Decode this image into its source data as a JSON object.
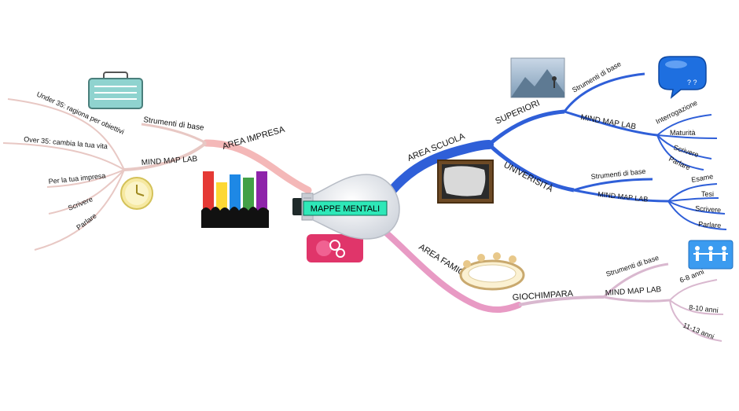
{
  "center": {
    "label": "MAPPE MENTALI"
  },
  "colors": {
    "impresa": "#f4b8b8",
    "impresa_sub": "#e8c8c4",
    "scuola": "#2f5fd8",
    "famiglia": "#e89ac4",
    "famiglia_sub": "#d9b8cf",
    "bulb": "#e3e6ec",
    "center_box": "#2ee8b8"
  },
  "branches": {
    "impresa": {
      "label": "AREA IMPRESA",
      "strumenti": "Strumenti di base",
      "mindmap": "MIND MAP LAB",
      "items": [
        "Under 35: ragiona per obiettivi",
        "Over 35: cambia la tua vita",
        "Per la tua impresa",
        "Scrivere",
        "Parlare"
      ]
    },
    "scuola": {
      "label": "AREA SCUOLA",
      "superiori": {
        "label": "SUPERIORI",
        "strumenti": "Strumenti di base",
        "mindmap": "MIND MAP LAB",
        "items": [
          "Interrogazione",
          "Maturità",
          "Scrivere",
          "Parlare"
        ]
      },
      "universita": {
        "label": "UNIVERISITÀ",
        "strumenti": "Strumenti di base",
        "mindmap": "MIND MAP LAB",
        "items": [
          "Esame",
          "Tesi",
          "Scrivere",
          "Parlare"
        ]
      }
    },
    "famiglia": {
      "label": "AREA FAMIGLIA",
      "giochimpara": {
        "label": "GIOCHIMPARA",
        "strumenti": "Strumenti di base",
        "mindmap": "MIND MAP LAB",
        "items": [
          "6-8 anni",
          "8-10 anni",
          "11-13 anni"
        ]
      }
    }
  },
  "icons": [
    "briefcase-icon",
    "clock-icon",
    "audience-chart-icon",
    "brain-icon",
    "mountain-photo-icon",
    "chat-bubble-icon",
    "chalkboard-icon",
    "round-table-icon",
    "people-icon",
    "lightbulb-icon"
  ]
}
